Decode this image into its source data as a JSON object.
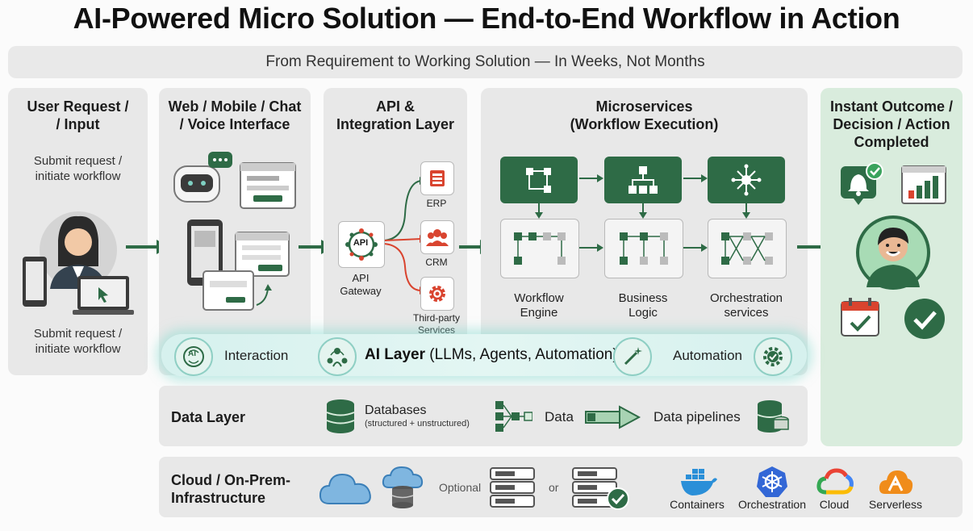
{
  "title": "AI-Powered Micro Solution — End-to-End Workflow in Action",
  "subtitle": "From Requirement to Working Solution — In Weeks, Not Months",
  "user_request": {
    "header_line1": "User Request /",
    "header_line2": "/ Input",
    "note_top_line1": "Submit request /",
    "note_top_line2": "initiate workflow",
    "note_bottom_line1": "Submit request /",
    "note_bottom_line2": "initiate workflow"
  },
  "interface": {
    "header_line1": "Web / Mobile / Chat",
    "header_line2": "/ Voice Interface"
  },
  "api": {
    "header_line1": "API &",
    "header_line2": "Integration Layer",
    "gateway_icon_text": "API",
    "gateway_line1": "API",
    "gateway_line2": "Gateway",
    "erp": "ERP",
    "crm": "CRM",
    "third_party_line1": "Third-party",
    "third_party_line2": "Services"
  },
  "microservices": {
    "header_line1": "Microservices",
    "header_line2": "(Workflow Execution)",
    "workflow_line1": "Workflow",
    "workflow_line2": "Engine",
    "business_line1": "Business",
    "business_line2": "Logic",
    "orchestration_line1": "Orchestration",
    "orchestration_line2": "services"
  },
  "outcome": {
    "header_line1": "Instant Outcome /",
    "header_line2": "Decision / Action",
    "header_line3": "Completed"
  },
  "ai_layer": {
    "ai_icon_text": "AI",
    "interaction": "Interaction",
    "title": "AI Layer",
    "title_rest": " (LLMs, Agents, Automation)",
    "automation": "Automation"
  },
  "data_layer": {
    "label": "Data Layer",
    "databases": "Databases",
    "databases_sub": "(structured + unstructured)",
    "data": "Data",
    "pipelines": "Data pipelines"
  },
  "infra": {
    "label_line1": "Cloud / On-Prem-",
    "label_line2": "Infrastructure",
    "optional": "Optional",
    "or": "or",
    "containers": "Containers",
    "orchestration": "Orchestration",
    "cloud": "Cloud",
    "serverless": "Serverless"
  },
  "colors": {
    "green_dark": "#2e6b46",
    "green_panel": "#d9ecdd",
    "panel_gray": "#e8e8e8",
    "teal_glow": "#8fcfc4",
    "red_accent": "#d9442f"
  }
}
